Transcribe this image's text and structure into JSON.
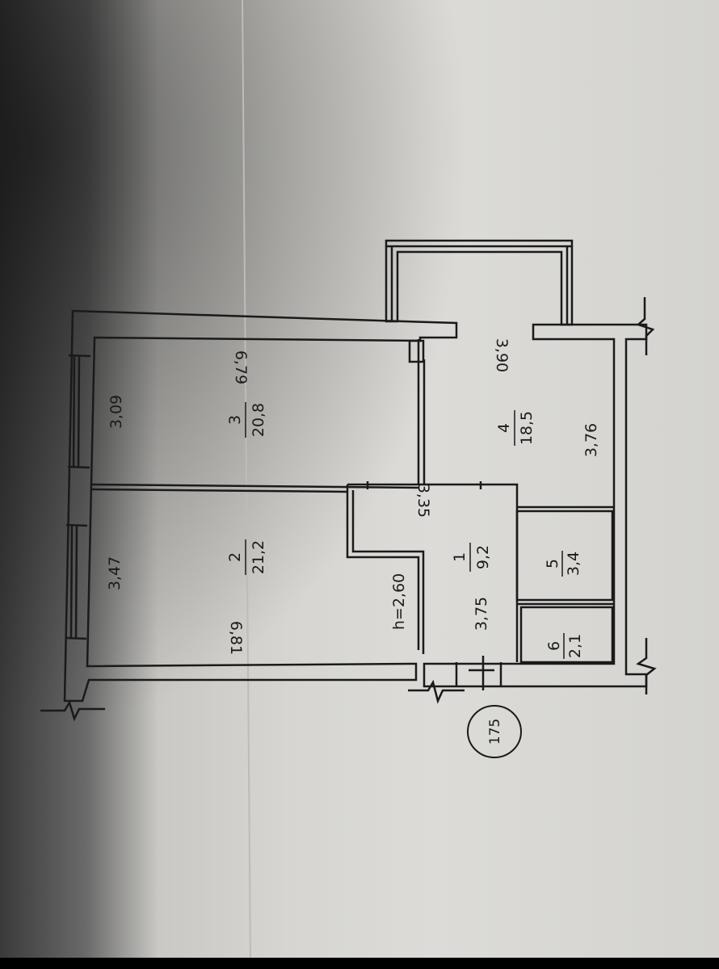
{
  "plan_number": "175",
  "ceiling_height": "h=2,60",
  "rooms": [
    {
      "id": "1",
      "area": "9,2"
    },
    {
      "id": "2",
      "area": "21,2"
    },
    {
      "id": "3",
      "area": "20,8"
    },
    {
      "id": "4",
      "area": "18,5"
    },
    {
      "id": "5",
      "area": "3,4"
    },
    {
      "id": "6",
      "area": "2,1"
    }
  ],
  "dimensions": {
    "room3_width": "3,09",
    "room3_length": "6,79",
    "room2_width": "3,47",
    "room2_length": "6,81",
    "room4_length": "3,90",
    "room4_width": "3,76",
    "room1_width": "3,35",
    "room1_length": "3,75"
  }
}
